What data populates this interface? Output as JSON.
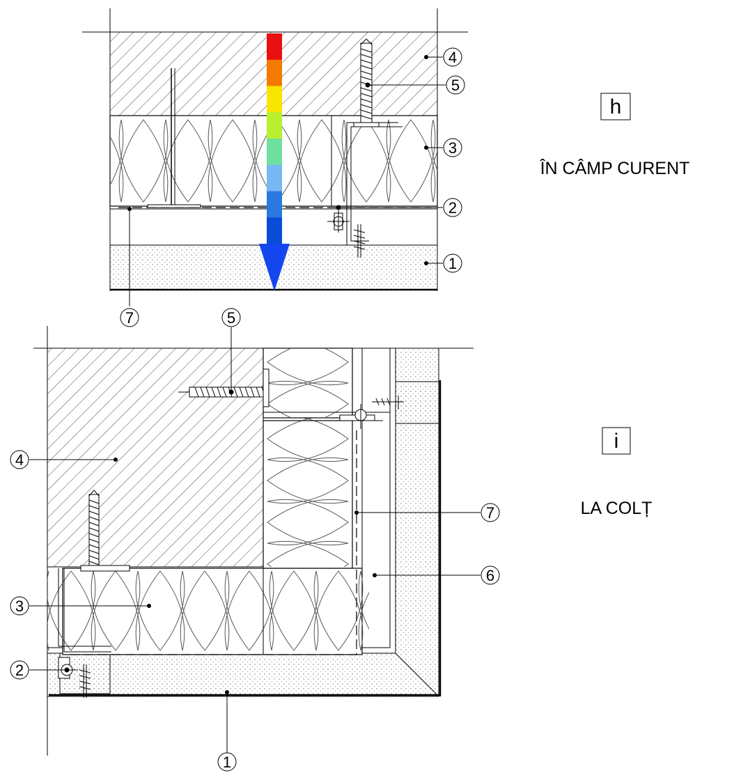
{
  "panels": {
    "h": {
      "letter": "h",
      "caption": "ÎN CÂMP CURENT"
    },
    "i": {
      "letter": "i",
      "caption": "LA COLȚ"
    }
  },
  "callouts_h": [
    "4",
    "5",
    "3",
    "2",
    "1",
    "7"
  ],
  "callouts_i": [
    "5",
    "4",
    "7",
    "6",
    "3",
    "2",
    "1"
  ],
  "heat_arrow_colors": [
    "#e81010",
    "#f47a00",
    "#f8e600",
    "#b8f030",
    "#6ee0a0",
    "#78b8f4",
    "#2a78e0",
    "#0a4cd8"
  ]
}
